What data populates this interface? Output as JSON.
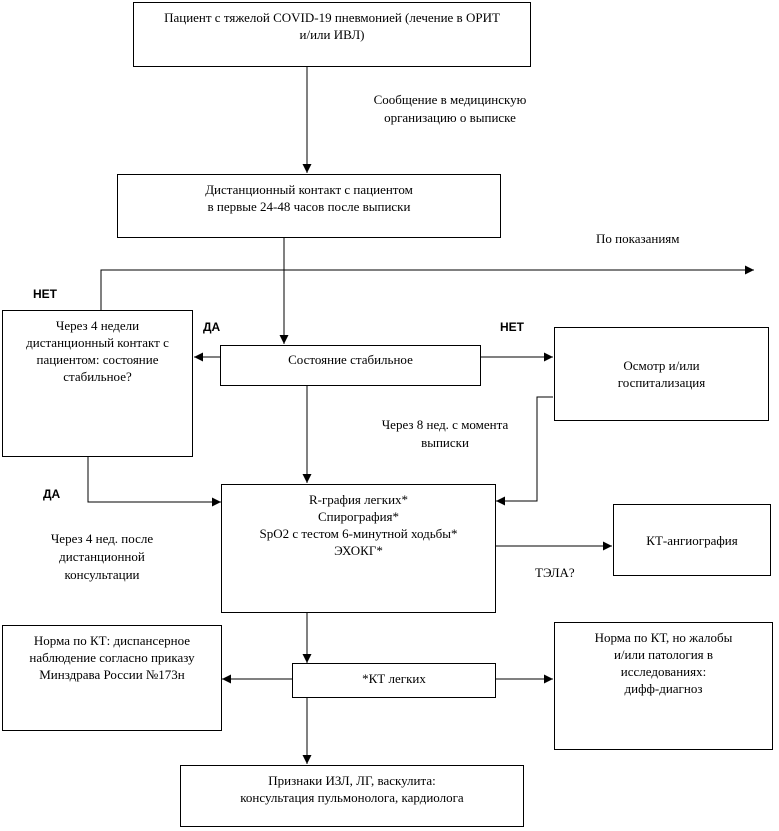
{
  "boxes": {
    "patient": [
      "Пациент с тяжелой COVID-19 пневмонией (лечение в ОРИТ",
      "и/или ИВЛ)"
    ],
    "remote_contact": [
      "Дистанционный контакт с пациентом",
      "в первые 24-48 часов после выписки"
    ],
    "four_weeks": [
      "Через 4 недели",
      "дистанционный контакт с",
      "пациентом: состояние",
      "стабильное?"
    ],
    "stable": [
      "Состояние стабильное"
    ],
    "exam": [
      "Осмотр и/или",
      "госпитализация"
    ],
    "tests": [
      "R-графия легких*",
      "Спирография*",
      "SpO2 с тестом 6-минутной ходьбы*",
      "ЭХОКГ*"
    ],
    "ct_angio": [
      "КТ-ангиография"
    ],
    "norm_ct": [
      "Норма по КТ: диспансерное",
      "наблюдение согласно приказу",
      "Минздрава России №173н"
    ],
    "ct_lungs": [
      "*КТ легких"
    ],
    "norm_complaints": [
      "Норма по КТ, но жалобы",
      "и/или патология в",
      "исследованиях:",
      "дифф-диагноз"
    ],
    "signs": [
      "Признаки ИЗЛ, ЛГ, васкулита:",
      "консультация пульмонолога, кардиолога"
    ]
  },
  "labels": {
    "discharge_message": [
      "Сообщение в медицинскую",
      "организацию о выписке"
    ],
    "by_indication": "По показаниям",
    "no_left": "НЕТ",
    "yes_left": "ДА",
    "no_right": "НЕТ",
    "eight_weeks": [
      "Через 8 нед. с момента",
      "выписки"
    ],
    "yes_bottom": "ДА",
    "four_weeks_after": [
      "Через 4 нед. после",
      "дистанционной",
      "консультации"
    ],
    "tela": "ТЭЛА?"
  }
}
